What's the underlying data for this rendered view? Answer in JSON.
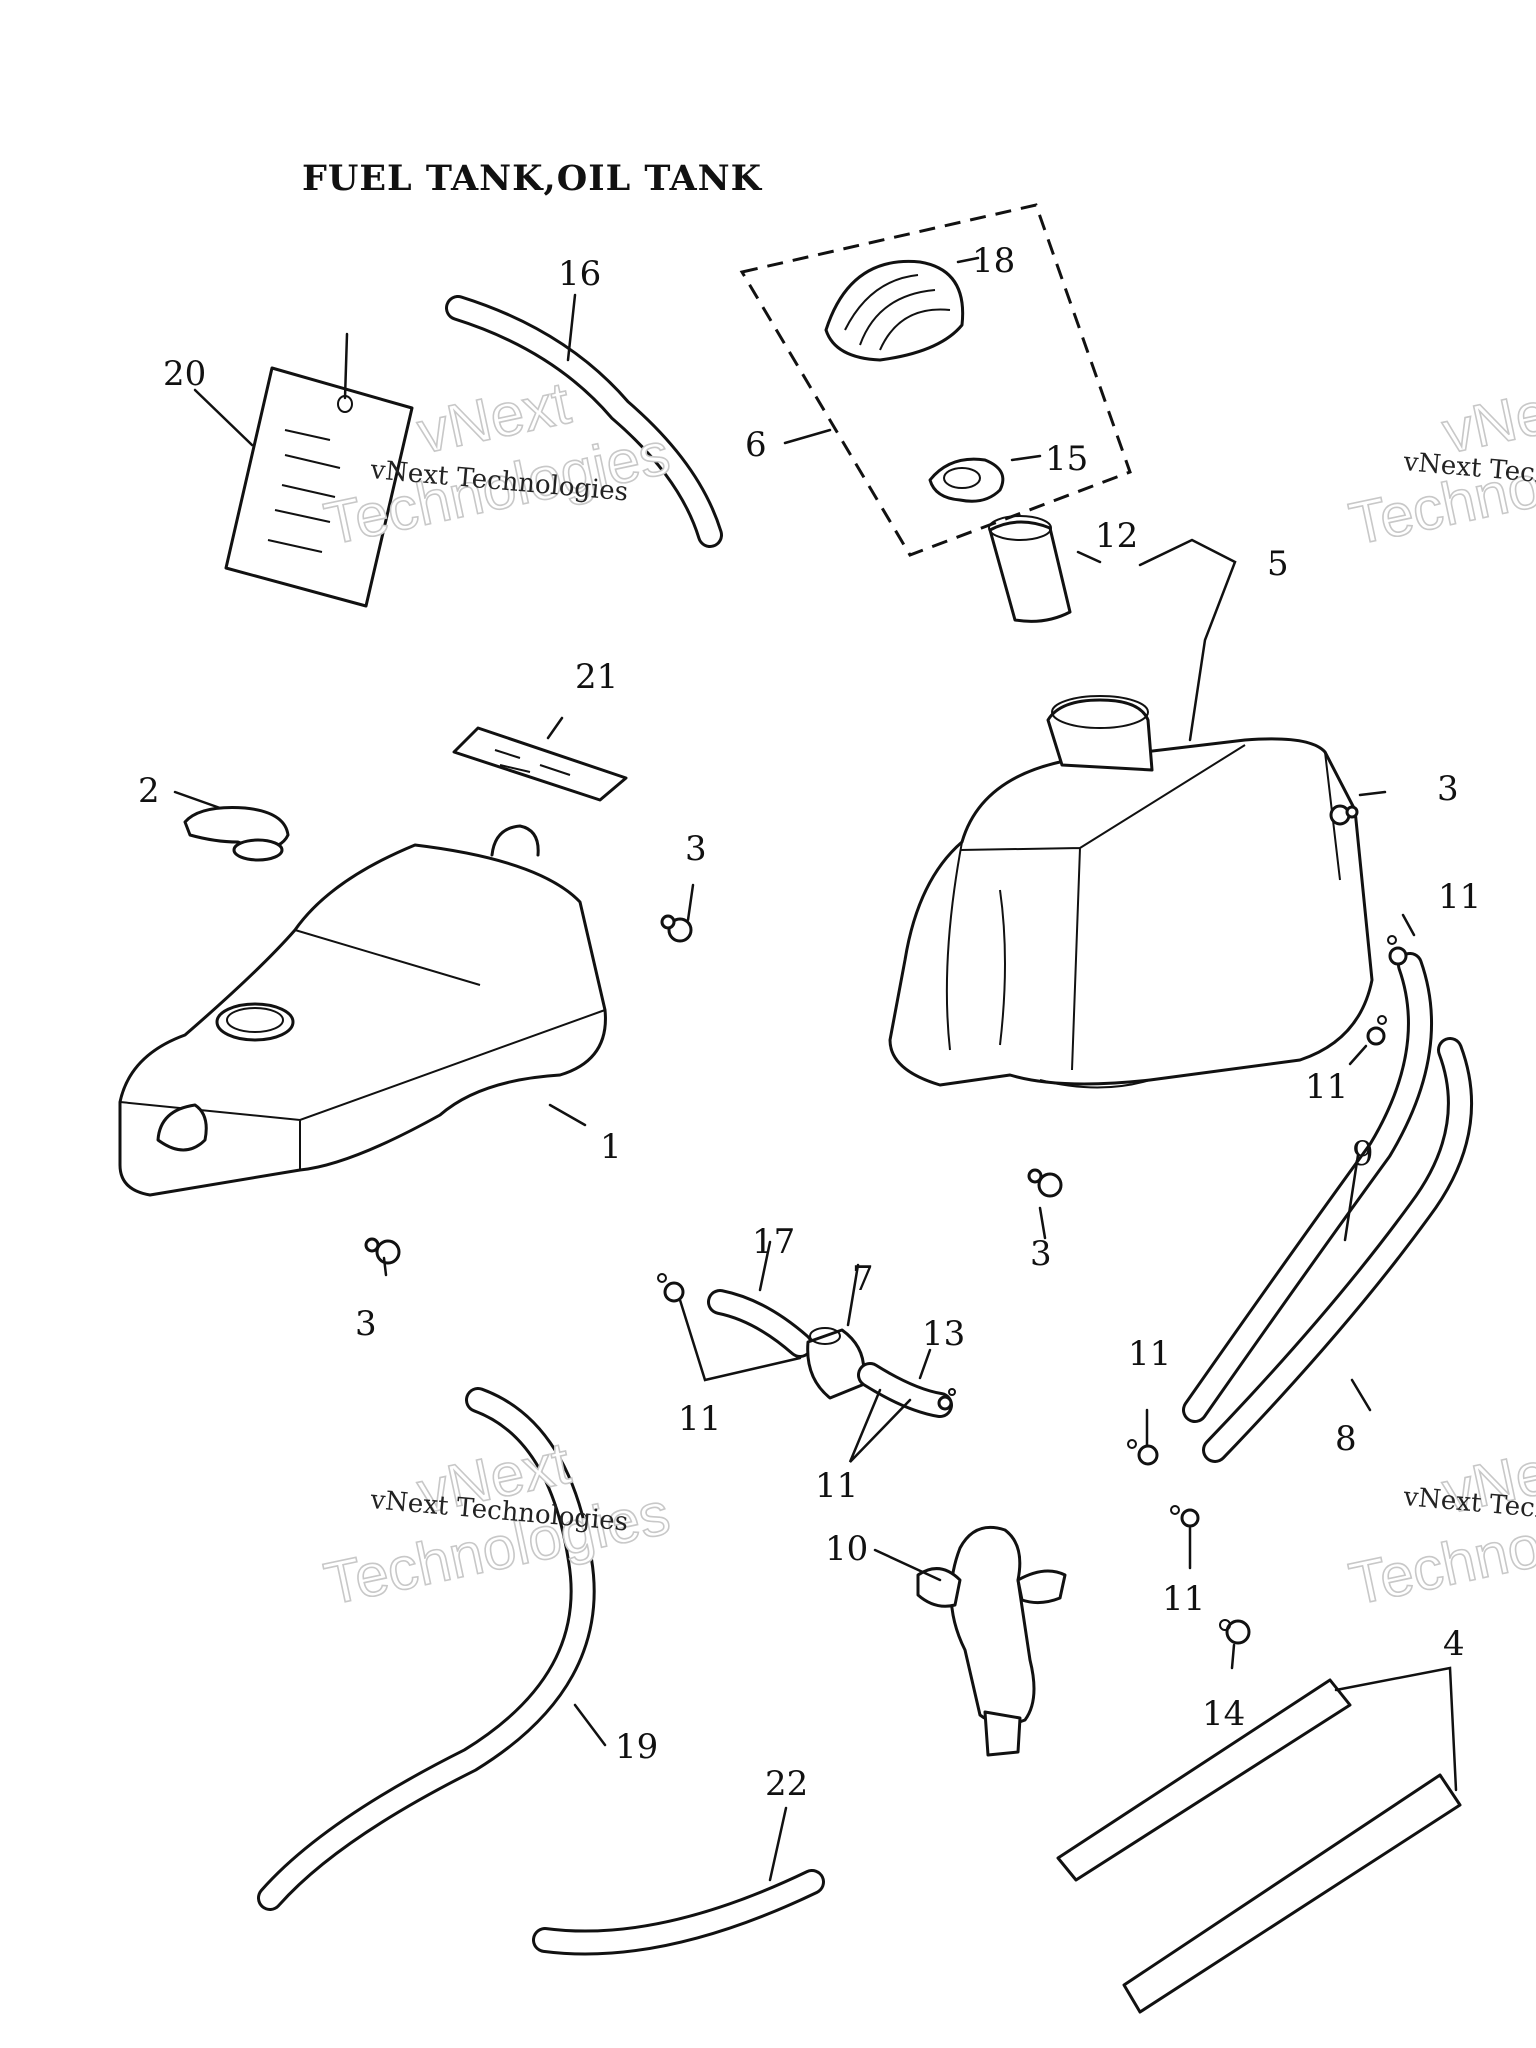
{
  "title": "FUEL TANK,OIL TANK",
  "watermark": {
    "small": "vNext Technologies",
    "big_line1": "vNext",
    "big_line2": "Technologies"
  },
  "callouts": {
    "c1": "1",
    "c2": "2",
    "c3a": "3",
    "c3b": "3",
    "c3c": "3",
    "c3d": "3",
    "c4": "4",
    "c5": "5",
    "c6": "6",
    "c7": "7",
    "c8": "8",
    "c9": "9",
    "c10": "10",
    "c11a": "11",
    "c11b": "11",
    "c11c": "11",
    "c11d": "11",
    "c11e": "11",
    "c11f": "11",
    "c12": "12",
    "c13": "13",
    "c14": "14",
    "c15": "15",
    "c16": "16",
    "c17": "17",
    "c18": "18",
    "c19": "19",
    "c20": "20",
    "c21": "21",
    "c22": "22"
  }
}
